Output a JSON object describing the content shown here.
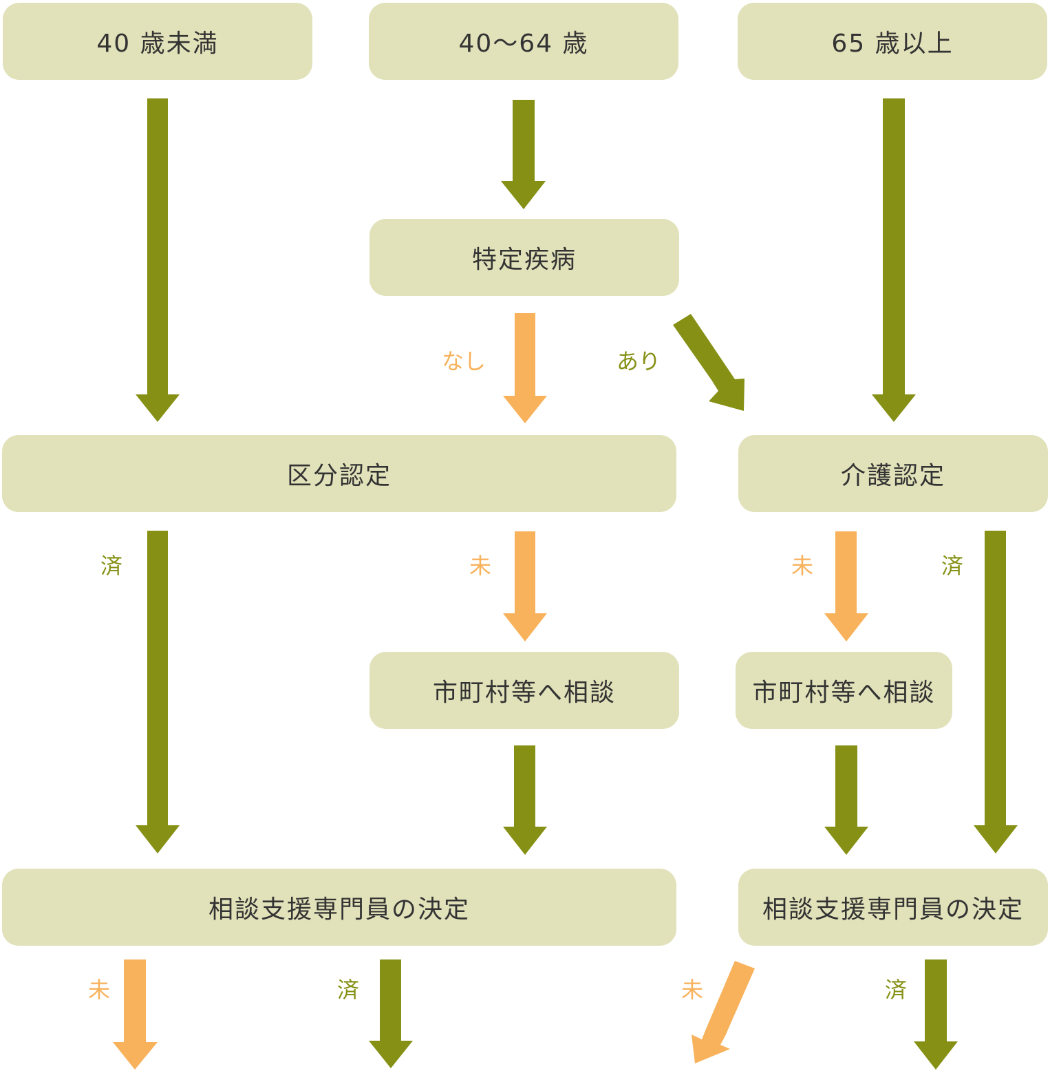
{
  "colors": {
    "box_bg": "#e1e1ba",
    "green": "#859014",
    "orange": "#f8b25c",
    "text": "#333333"
  },
  "boxes": {
    "under40": "40 歳未満",
    "age40to64": "40〜64 歳",
    "over65": "65 歳以上",
    "specific_disease": "特定疾病",
    "kubun_nintei": "区分認定",
    "kaigo_nintei": "介護認定",
    "consult_city_left": "市町村等へ相談",
    "consult_city_right": "市町村等へ相談",
    "decision_left": "相談支援専門員の決定",
    "decision_right": "相談支援専門員の決定"
  },
  "labels": {
    "nashi": "なし",
    "ari": "あり",
    "done_left": "済",
    "notyet_mid": "未",
    "notyet_kaigo": "未",
    "done_kaigo": "済",
    "notyet_bottom_left": "未",
    "done_bottom_left": "済",
    "notyet_bottom_right": "未",
    "done_bottom_right": "済"
  },
  "icons": {
    "arrow": "arrow-down-icon"
  }
}
